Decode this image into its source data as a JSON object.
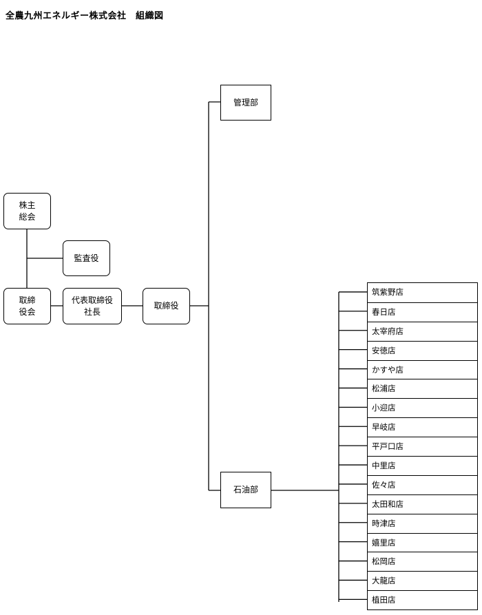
{
  "title": "全農九州エネルギー株式会社　組織図",
  "nodes": {
    "shareholders": "株主\n総会",
    "auditor": "監査役",
    "board": "取締\n役会",
    "president": "代表取締役\n社長",
    "directors": "取締役",
    "management": "管理部",
    "petroleum": "石油部"
  },
  "stores": [
    "筑紫野店",
    "春日店",
    "太宰府店",
    "安徳店",
    "かすや店",
    "松浦店",
    "小迎店",
    "早岐店",
    "平戸口店",
    "中里店",
    "佐々店",
    "太田和店",
    "時津店",
    "嬉里店",
    "松岡店",
    "大龍店",
    "植田店"
  ]
}
